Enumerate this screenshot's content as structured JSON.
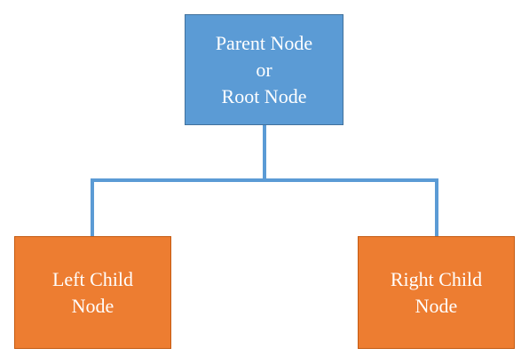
{
  "colors": {
    "root_fill": "#5b9bd5",
    "child_fill": "#ed7d31",
    "connector": "#5b9bd5",
    "text": "#ffffff"
  },
  "root": {
    "line1": "Parent Node",
    "line2": "or",
    "line3": "Root Node"
  },
  "left_child": {
    "line1": "Left Child",
    "line2": "Node"
  },
  "right_child": {
    "line1": "Right Child",
    "line2": "Node"
  }
}
